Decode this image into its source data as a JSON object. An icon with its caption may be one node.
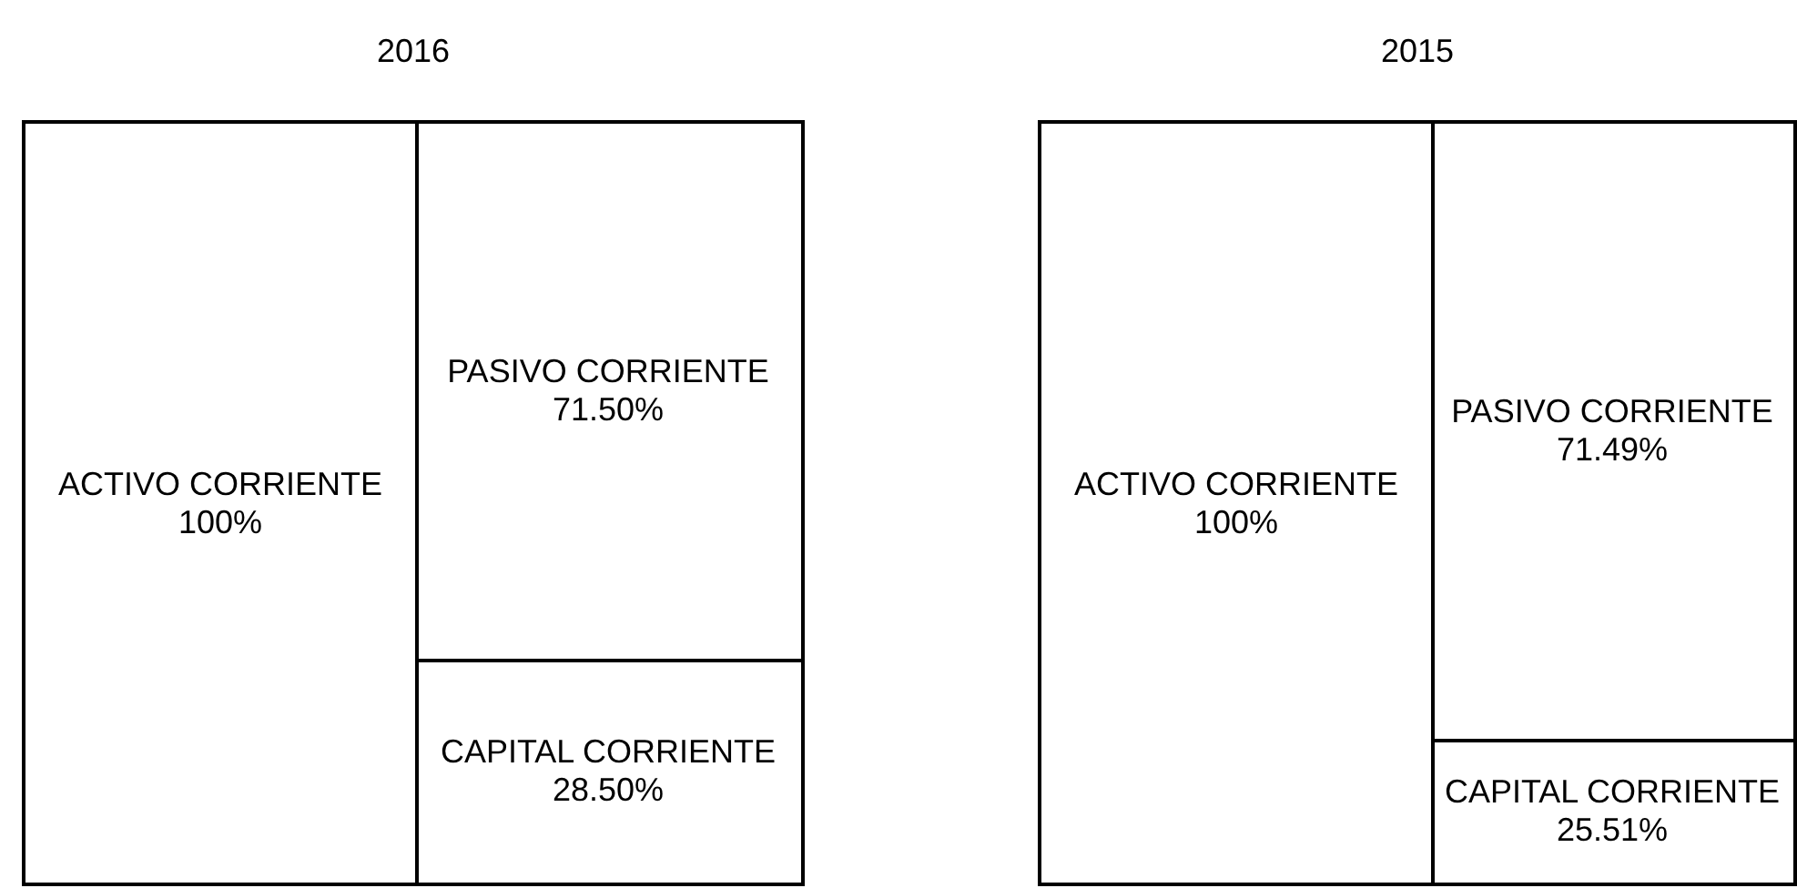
{
  "diagram": {
    "nodes": [
      {
        "text": [
          "2016"
        ]
      },
      {
        "text": [
          "ACTIVO CORRIENTE",
          "100%"
        ],
        "in": 0
      },
      {
        "text": [
          "PASIVO CORRIENTE",
          "71.50%"
        ],
        "in": 0
      },
      {
        "text": [
          "CAPITAL CORRIENTE",
          "28.50%"
        ],
        "in": 0
      },
      {
        "text": [
          "2015"
        ]
      },
      {
        "text": [
          "ACTIVO CORRIENTE",
          "100%"
        ],
        "in": 4
      },
      {
        "text": [
          "PASIVO CORRIENTE",
          "71.49%"
        ],
        "in": 4
      },
      {
        "text": [
          "CAPITAL CORRIENTE",
          "25.51%"
        ],
        "in": 4
      }
    ],
    "edges": []
  }
}
